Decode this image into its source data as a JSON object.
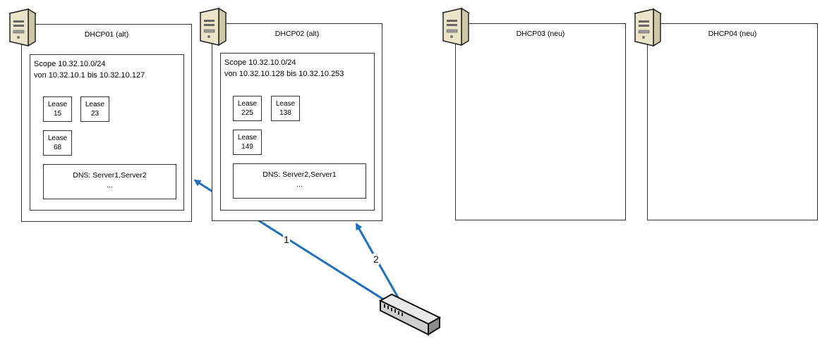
{
  "servers": [
    {
      "title": "DHCP01 (alt)",
      "scope": "Scope 10.32.10.0/24",
      "range": "von 10.32.10.1 bis 10.32.10.127",
      "leases": [
        {
          "label": "Lease",
          "num": "15"
        },
        {
          "label": "Lease",
          "num": "23"
        },
        {
          "label": "Lease",
          "num": "68"
        }
      ],
      "dns": "DNS: Server1,Server2",
      "more": "..."
    },
    {
      "title": "DHCP02 (alt)",
      "scope": "Scope 10.32.10.0/24",
      "range": "von 10.32.10.128 bis 10.32.10.253",
      "leases": [
        {
          "label": "Lease",
          "num": "225"
        },
        {
          "label": "Lease",
          "num": "138"
        },
        {
          "label": "Lease",
          "num": "149"
        }
      ],
      "dns": "DNS: Server2,Server1",
      "more": "..."
    },
    {
      "title": "DHCP03 (neu)"
    },
    {
      "title": "DHCP04 (neu)"
    }
  ],
  "connections": [
    {
      "label": "1",
      "color": "#1f6fba"
    },
    {
      "label": "2",
      "color": "#1f6fba"
    }
  ],
  "icons": {
    "server": "server-tower-icon",
    "client": "network-switch-icon"
  }
}
